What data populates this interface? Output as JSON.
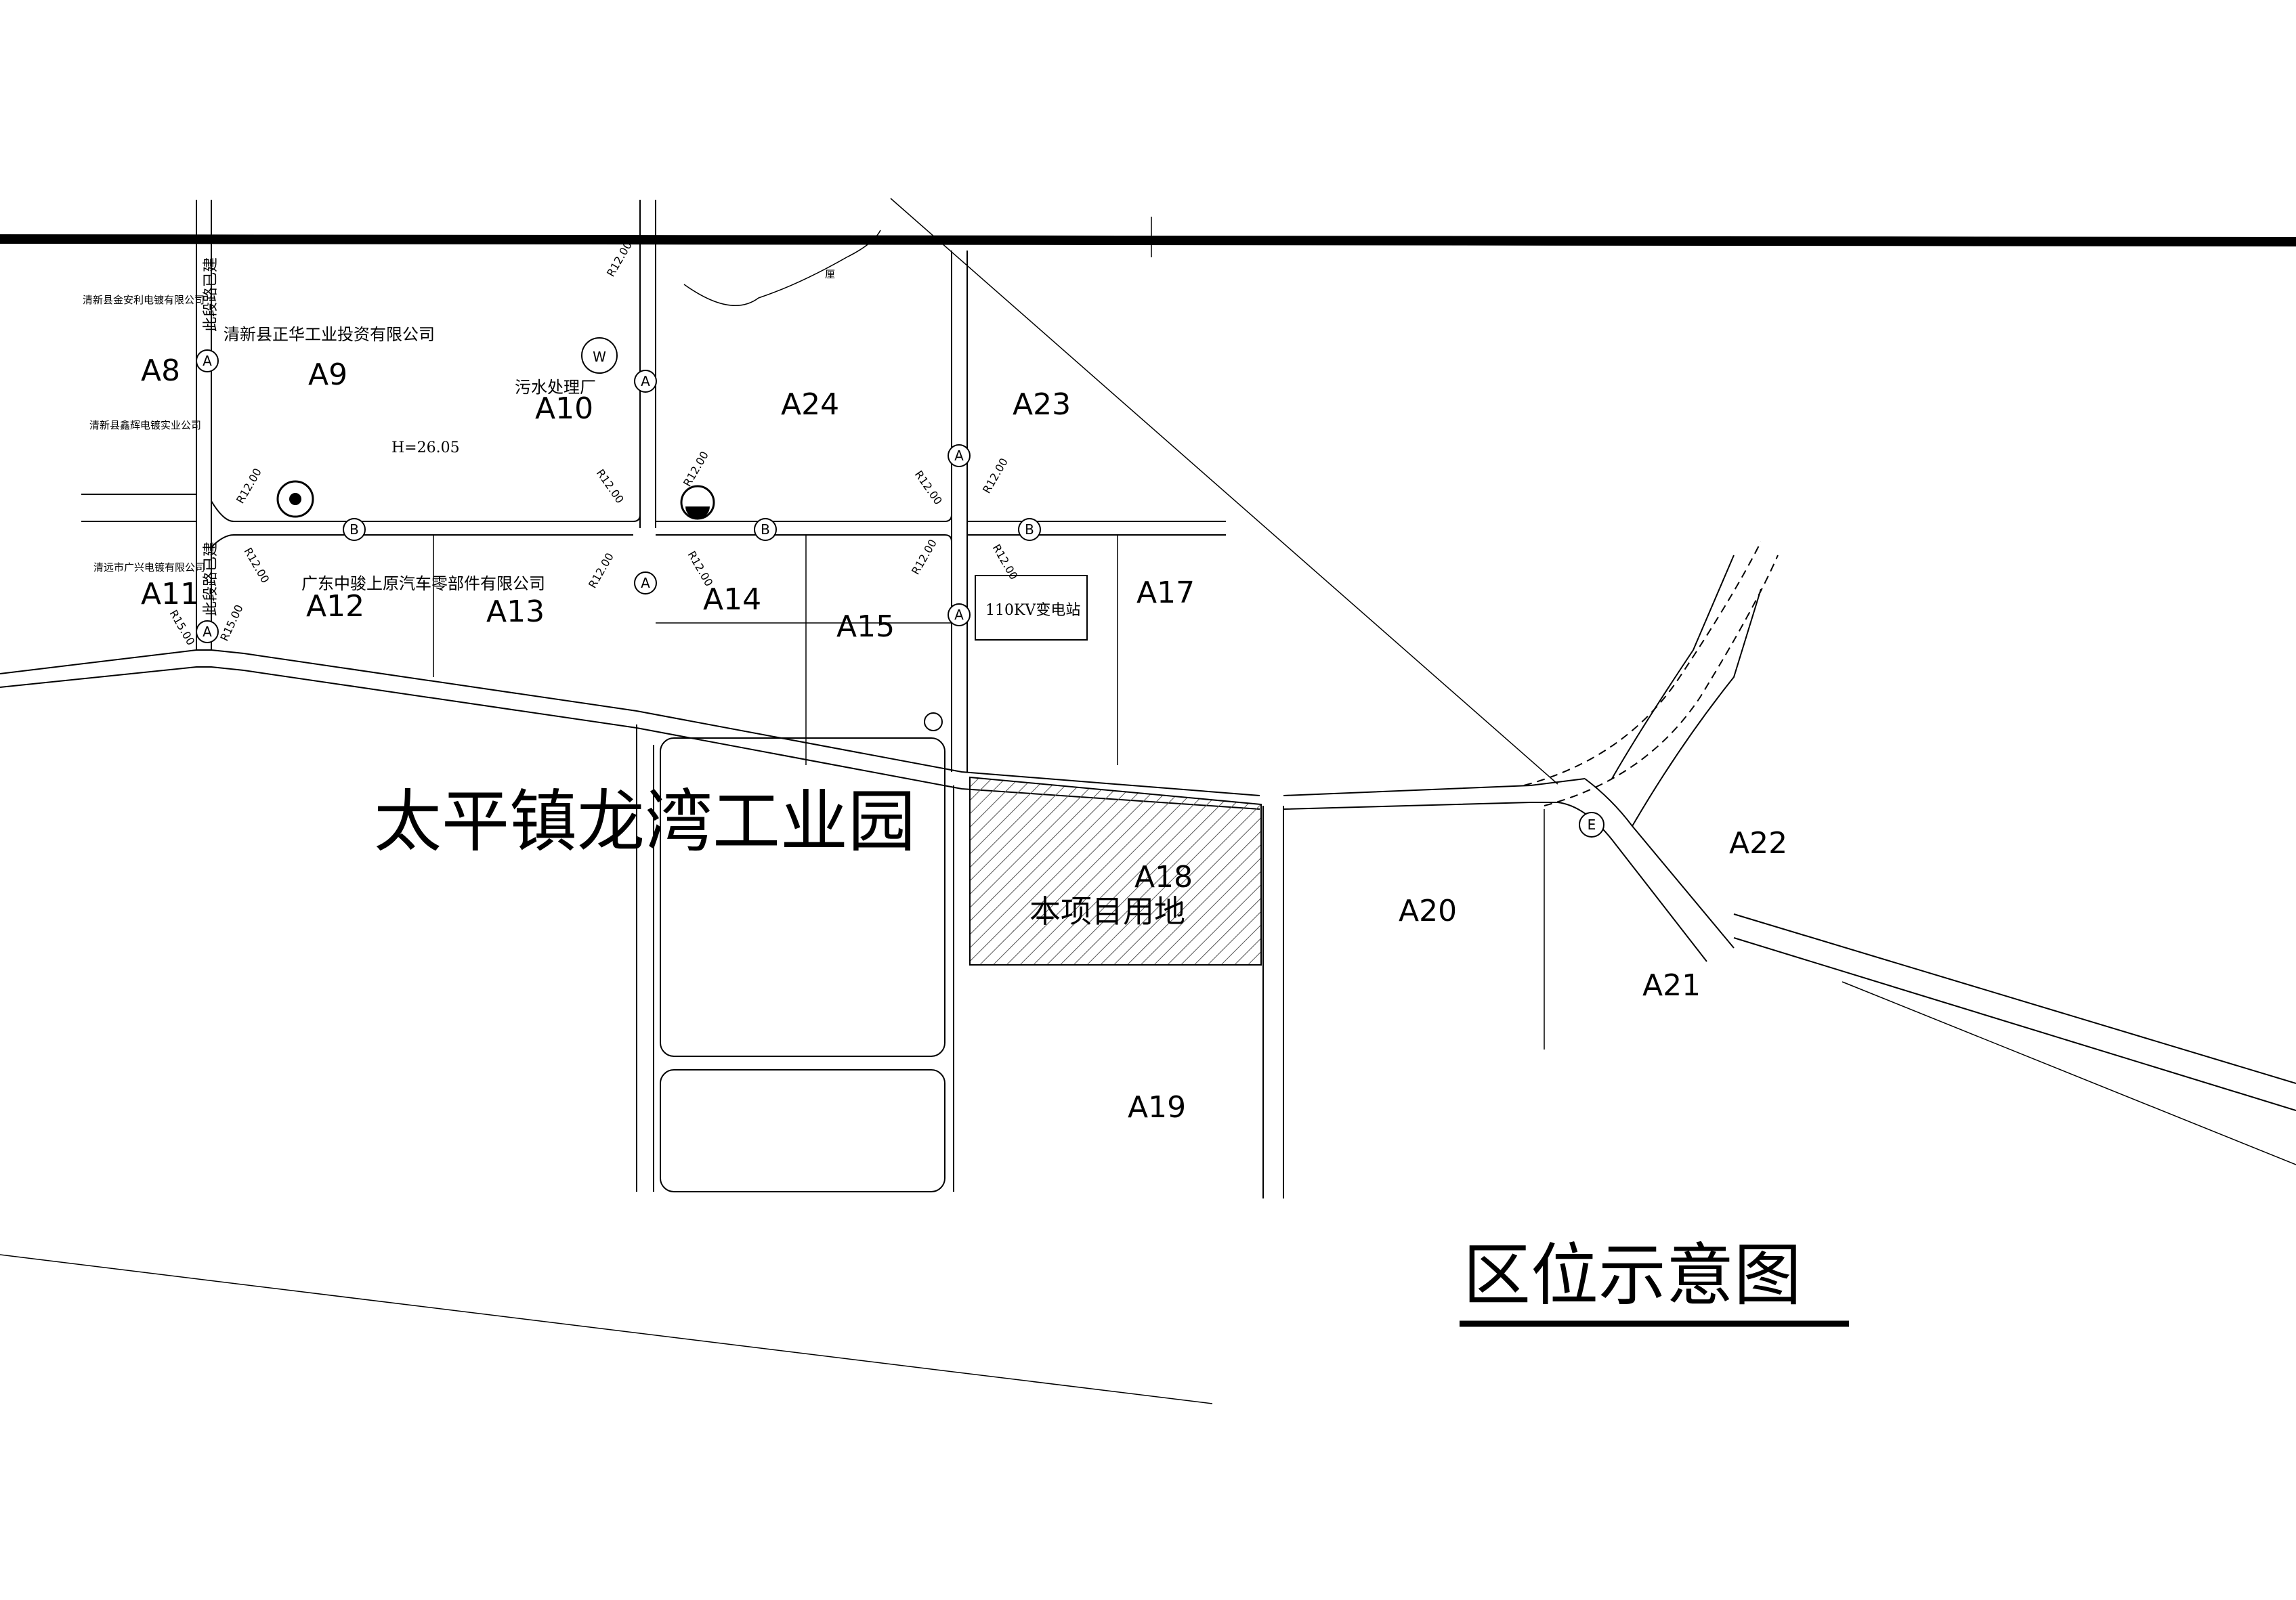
{
  "map": {
    "title": "区位示意图",
    "park_name": "太平镇龙湾工业园",
    "project_label": "本项目用地",
    "substation_label": "110KV变电站",
    "elevation_label": "H=26.05",
    "sewage_plant_label": "污水处理厂",
    "road_built_note": "此段路已建",
    "companies": [
      "清新县正华工业投资有限公司",
      "广东中骏上原汽车零部件有限公司",
      "清新县金安利电镀有限公司",
      "清新县鑫辉电镀实业公司",
      "清远市广兴电镀有限公司"
    ],
    "parcels": [
      "A8",
      "A9",
      "A10",
      "A11",
      "A12",
      "A13",
      "A14",
      "A15",
      "A17",
      "A18",
      "A19",
      "A20",
      "A21",
      "A22",
      "A23",
      "A24"
    ],
    "road_markers": [
      "A",
      "B",
      "E",
      "W"
    ],
    "radius_labels": [
      "R12.00",
      "R15.00"
    ],
    "misc_marks": [
      "厘"
    ]
  }
}
